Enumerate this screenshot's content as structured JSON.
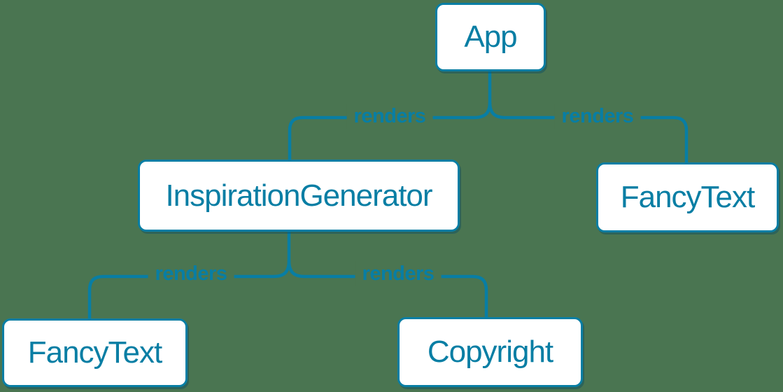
{
  "colors": {
    "background": "#4a7551",
    "accent": "#087ea4",
    "node_fill": "#ffffff"
  },
  "nodes": {
    "app": {
      "label": "App"
    },
    "inspiration_generator": {
      "label": "InspirationGenerator"
    },
    "fancy_text_top": {
      "label": "FancyText"
    },
    "fancy_text_bottom": {
      "label": "FancyText"
    },
    "copyright": {
      "label": "Copyright"
    }
  },
  "edges": [
    {
      "from": "App",
      "to": "InspirationGenerator",
      "label": "renders"
    },
    {
      "from": "App",
      "to": "FancyText",
      "label": "renders"
    },
    {
      "from": "InspirationGenerator",
      "to": "FancyText",
      "label": "renders"
    },
    {
      "from": "InspirationGenerator",
      "to": "Copyright",
      "label": "renders"
    }
  ]
}
